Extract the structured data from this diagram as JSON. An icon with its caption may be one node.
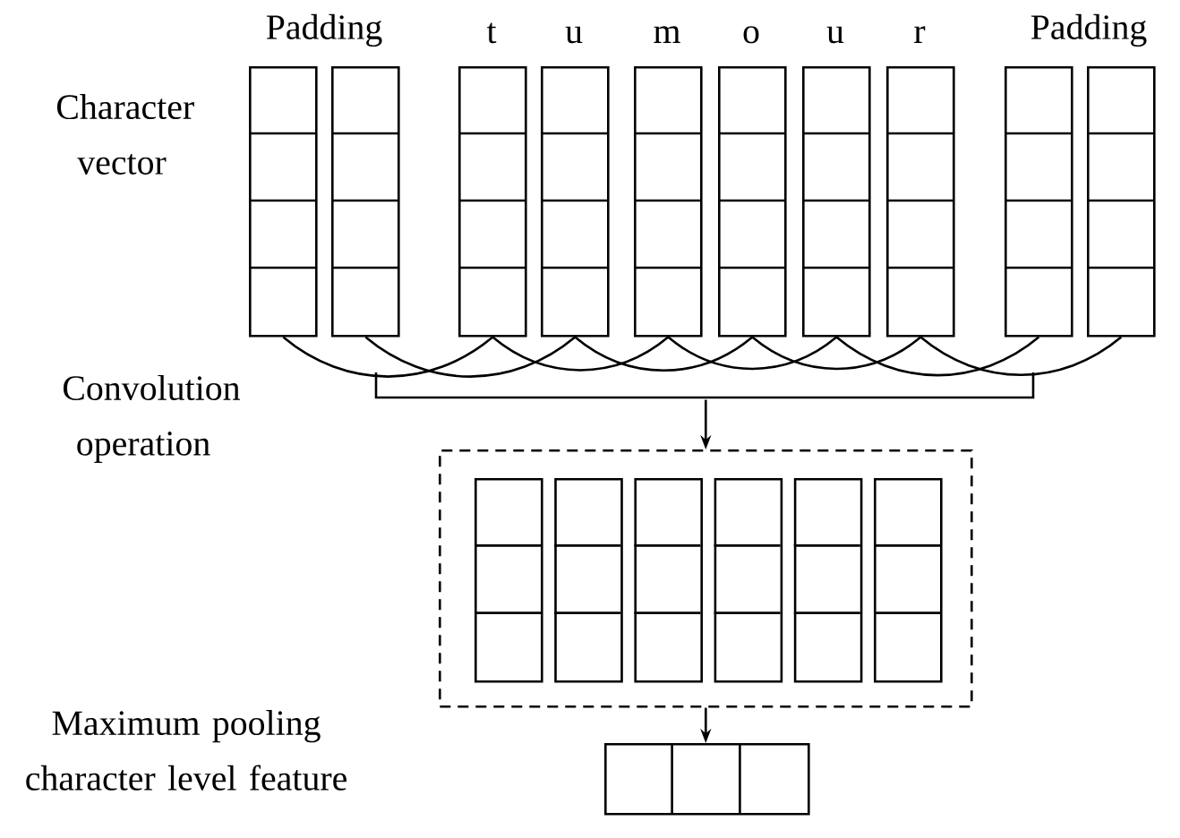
{
  "diagram": {
    "nodes": [
      {
        "text": [],
        "shape": "box"
      },
      {
        "text": [],
        "shape": "box"
      },
      {
        "text": [
          "t"
        ]
      },
      {
        "text": [
          "u"
        ]
      },
      {
        "text": [
          "m"
        ]
      },
      {
        "text": [
          "o"
        ]
      },
      {
        "text": [
          "u"
        ]
      },
      {
        "text": [
          "r"
        ]
      },
      {
        "text": [],
        "shape": "box"
      },
      {
        "text": [],
        "shape": "box"
      },
      {
        "text": [],
        "shape": "box"
      },
      {
        "text": [],
        "shape": "box",
        "in": 10
      },
      {
        "text": [],
        "shape": "box",
        "in": 10
      },
      {
        "text": [],
        "shape": "box",
        "in": 10
      },
      {
        "text": [],
        "shape": "box",
        "in": 10
      },
      {
        "text": [],
        "shape": "box",
        "in": 10
      },
      {
        "text": [],
        "shape": "box",
        "in": 10
      },
      {
        "text": [],
        "shape": "box"
      },
      {
        "text": [],
        "shape": "bracket"
      }
    ],
    "edges": [
      {
        "from": 0,
        "to": 2,
        "arrow": "none"
      },
      {
        "from": 1,
        "to": 3,
        "arrow": "none"
      },
      {
        "from": 2,
        "to": 4,
        "arrow": "none"
      },
      {
        "from": 3,
        "to": 5,
        "arrow": "none"
      },
      {
        "from": 4,
        "to": 6,
        "arrow": "none"
      },
      {
        "from": 5,
        "to": 7,
        "arrow": "none"
      },
      {
        "from": 6,
        "to": 8,
        "arrow": "none"
      },
      {
        "from": 7,
        "to": 9,
        "arrow": "none"
      },
      {
        "from": 18,
        "to": 10,
        "arrow": "to"
      },
      {
        "from": 10,
        "to": 17,
        "arrow": "to"
      }
    ],
    "labels": [
      "Padding",
      "Padding",
      "Character vector",
      "Convolution operation",
      "Maximum pooling character level feature"
    ]
  }
}
